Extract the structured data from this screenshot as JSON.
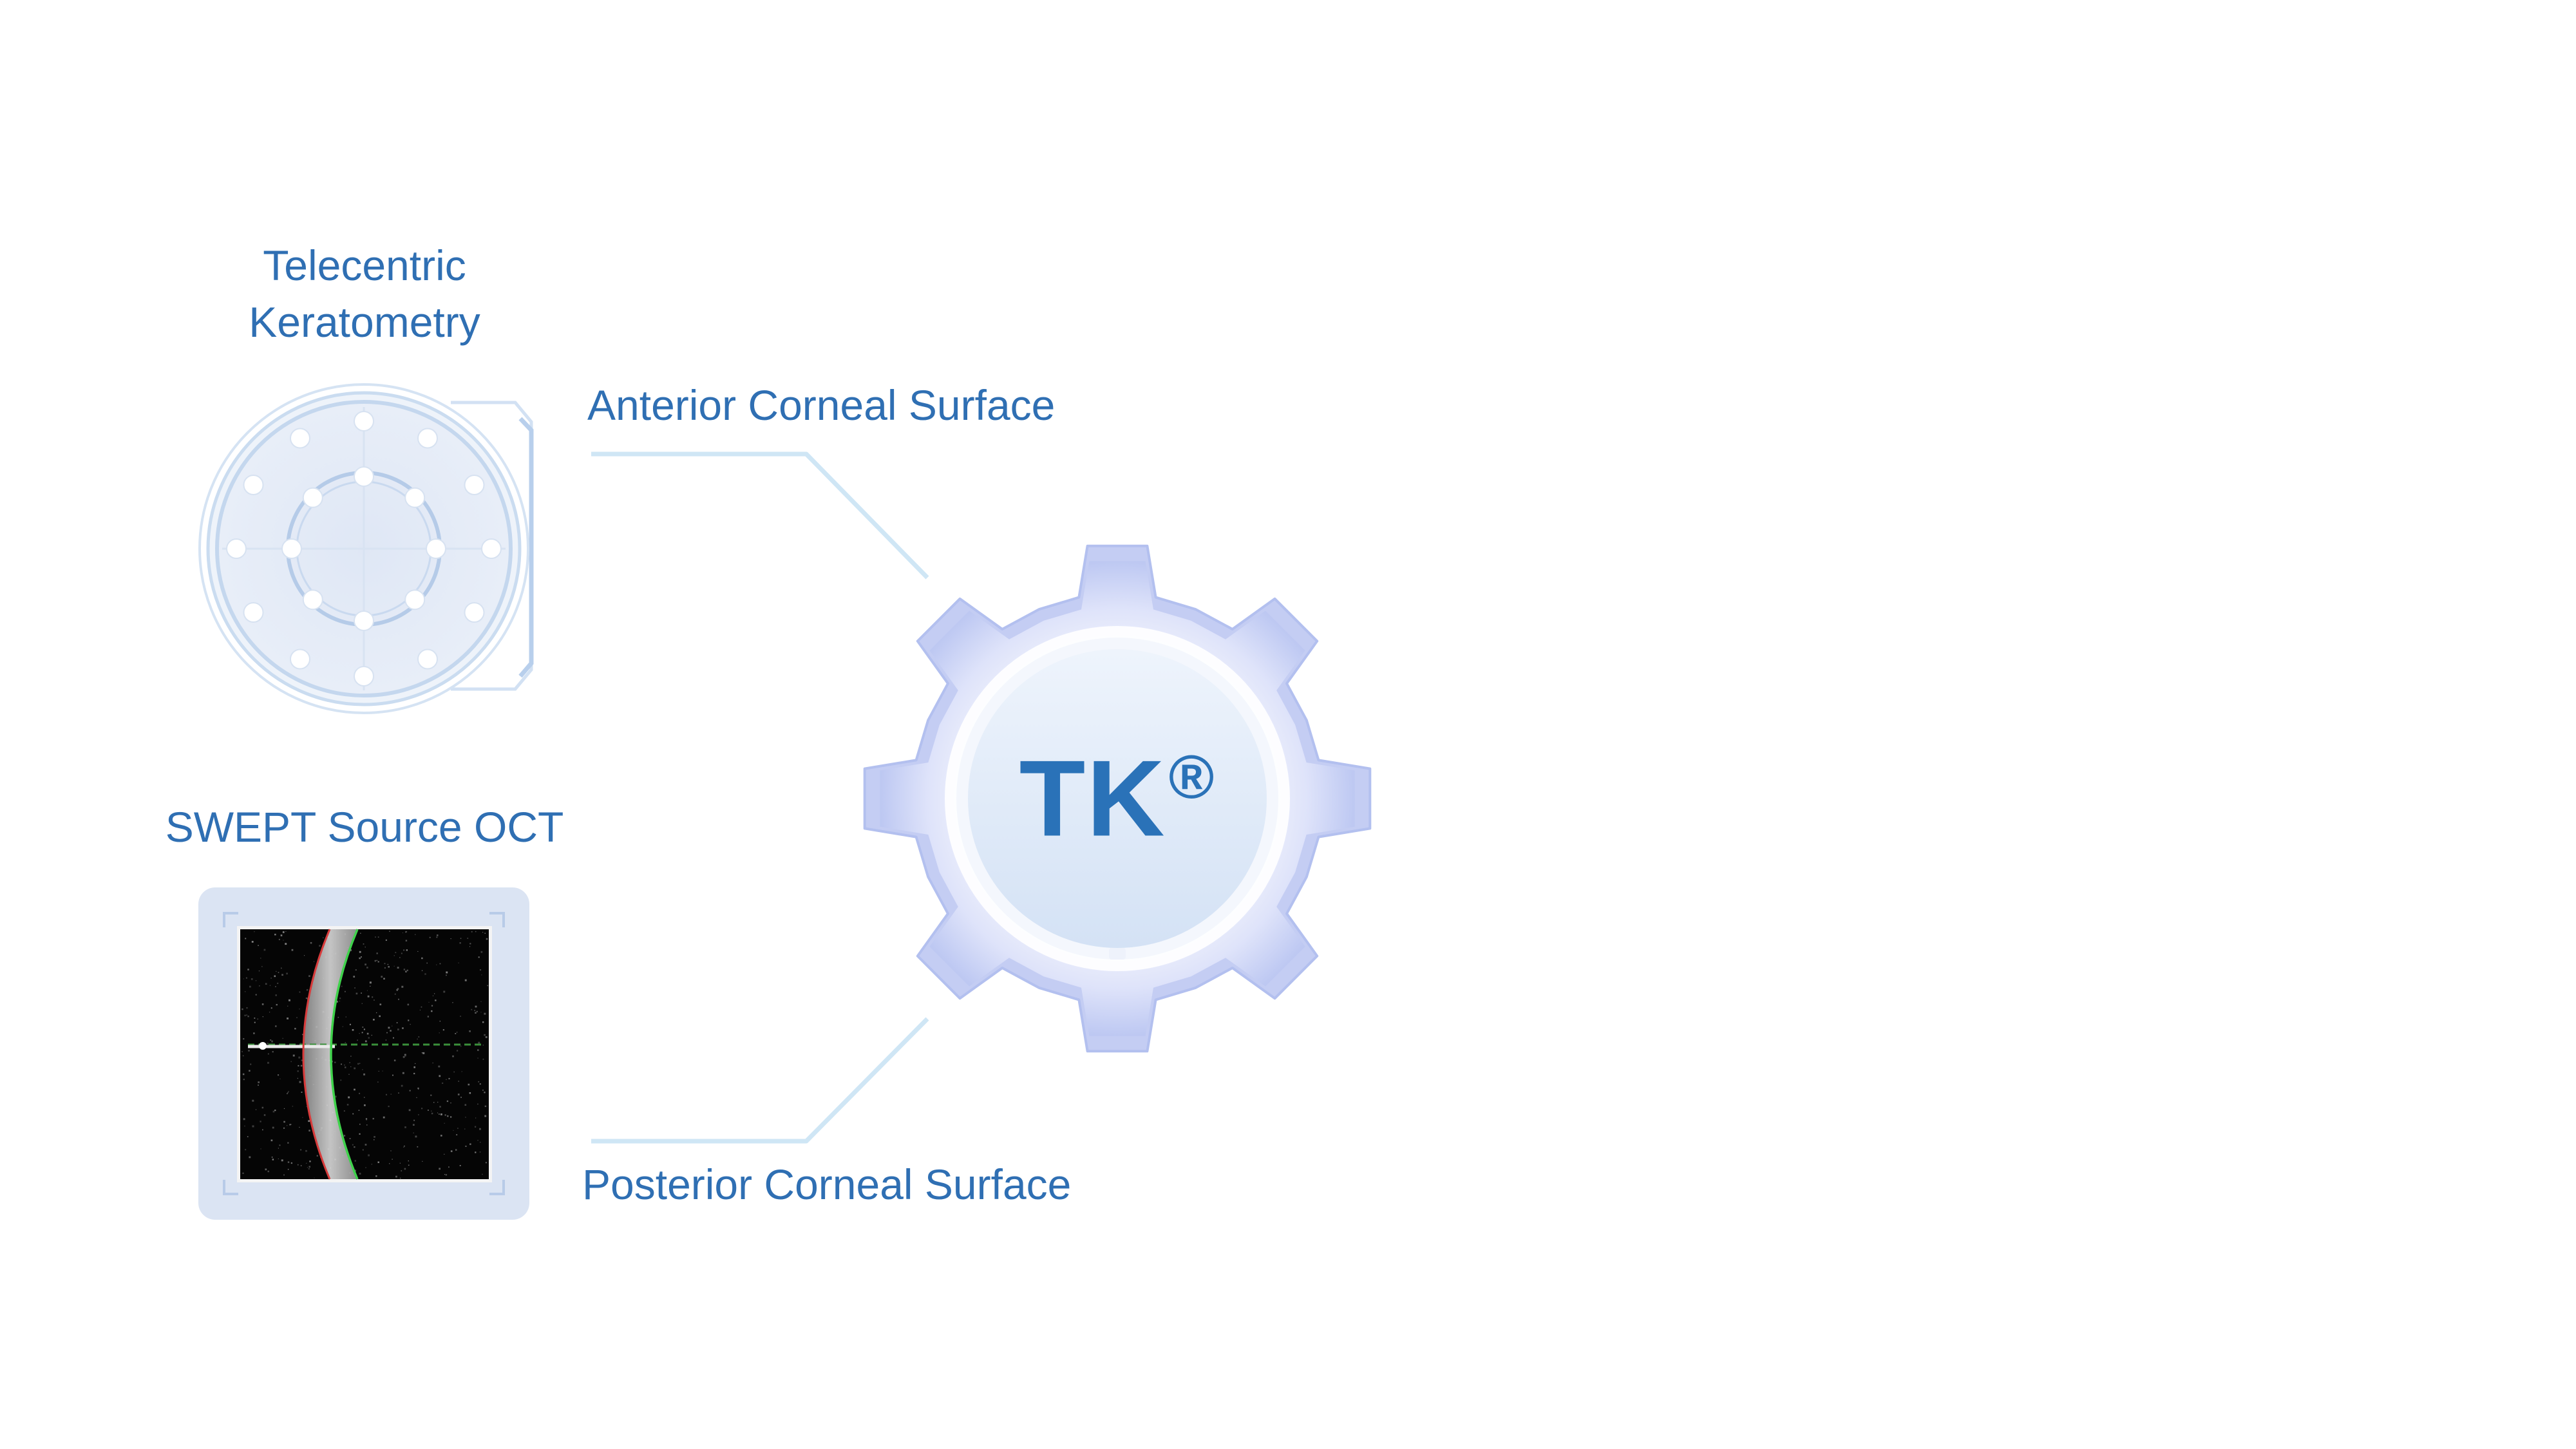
{
  "labels": {
    "telecentric_line1": "Telecentric",
    "telecentric_line2": "Keratometry",
    "swept_source": "SWEPT Source OCT",
    "anterior": "Anterior Corneal Surface",
    "posterior": "Posterior Corneal Surface"
  },
  "center": {
    "text": "TK",
    "mark": "®"
  },
  "colors": {
    "text_blue": "#2f6fb3",
    "tk_blue": "#2a72b8",
    "gear_fill": "#c9d2f4",
    "disc_fill": "#dbe7f7",
    "connector": "#cfe6f5",
    "oct_frame": "#dbe4f3"
  },
  "icons": {
    "keratometry": "keratometry-ring-icon",
    "oct_scan": "oct-scan-image",
    "gear": "gear-icon"
  }
}
